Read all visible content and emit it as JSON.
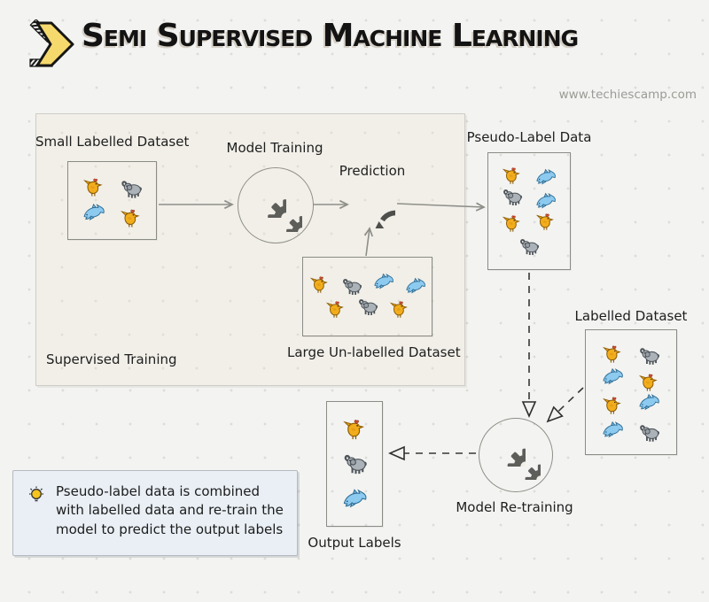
{
  "header": {
    "title": "Semi Supervised Machine Learning",
    "website": "www.techiescamp.com",
    "logo_icon": "double-chevron-right"
  },
  "diagram": {
    "supervised_label": "Supervised Training",
    "nodes": {
      "small_labelled": {
        "label": "Small Labelled Dataset",
        "animals": [
          "chicken",
          "elephant",
          "dolphin",
          "chicken"
        ]
      },
      "model_training": {
        "label": "Model Training",
        "icon": "gears"
      },
      "prediction": {
        "label": "Prediction",
        "icon": "cycle-arrows"
      },
      "large_unlabelled": {
        "label": "Large Un-labelled Dataset",
        "animals": [
          "chicken",
          "elephant",
          "dolphin",
          "dolphin",
          "chicken",
          "elephant",
          "chicken"
        ]
      },
      "pseudo_label": {
        "label": "Pseudo-Label Data",
        "animals": [
          "chicken",
          "dolphin",
          "elephant",
          "dolphin",
          "chicken",
          "chicken",
          "elephant"
        ]
      },
      "labelled": {
        "label": "Labelled Dataset",
        "animals": [
          "chicken",
          "elephant",
          "dolphin",
          "chicken",
          "chicken",
          "dolphin",
          "dolphin",
          "elephant"
        ]
      },
      "model_retraining": {
        "label": "Model Re-training",
        "icon": "gears"
      },
      "output": {
        "label": "Output Labels",
        "animals": [
          "chicken",
          "elephant",
          "dolphin"
        ]
      }
    },
    "note": {
      "icon": "lightbulb",
      "text": "Pseudo-label data is combined with labelled data and re-train the model to predict the output labels"
    },
    "colors": {
      "chicken": "#f2ad1c",
      "elephant": "#abb2b8",
      "dolphin": "#8ccaf0",
      "logo_yellow": "#f6d96d",
      "note_bg": "#e9eff5",
      "gear_gray": "#5d5d5a"
    }
  }
}
